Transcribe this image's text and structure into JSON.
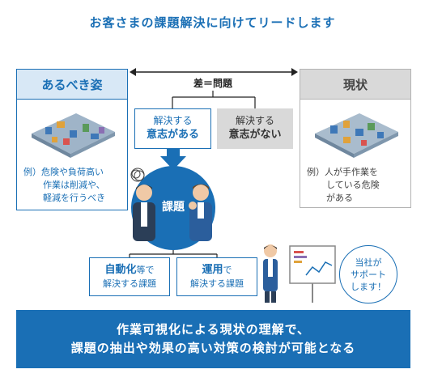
{
  "title": "お客さまの課題解決に向けてリードします",
  "ideal": {
    "heading": "あるべき姿",
    "text_lines": [
      "例）危険や負荷高い",
      "作業は削減や、",
      "軽減を行うべき"
    ]
  },
  "current": {
    "heading": "現状",
    "text_lines": [
      "例）人が手作業を",
      "している危険",
      "がある"
    ]
  },
  "gap_label": "差＝問題",
  "will_box": {
    "line1": "解決する",
    "line2": "意志がある"
  },
  "nowill_box": {
    "line1": "解決する",
    "line2": "意志がない"
  },
  "issue_label": "課題",
  "solution_auto": {
    "big": "自動化",
    "small": "等で",
    "line2": "解決する課題"
  },
  "solution_ops": {
    "big": "運用",
    "small": "で",
    "line2": "解決する課題"
  },
  "support_bubble": {
    "line1": "当社が",
    "line2": "サポート",
    "line3": "します！"
  },
  "banner": {
    "line1": "作業可視化による現状の理解で、",
    "line2": "課題の抽出や効果の高い対策の検討が可能となる"
  },
  "colors": {
    "accent": "#1a6fb5",
    "gray": "#d9d9d9",
    "light_blue": "#d8e8f6"
  },
  "icons": [
    "factory-illustration",
    "worker-illustration",
    "presenter-illustration",
    "chart-board-icon",
    "down-arrow-icon",
    "double-arrow-icon"
  ]
}
